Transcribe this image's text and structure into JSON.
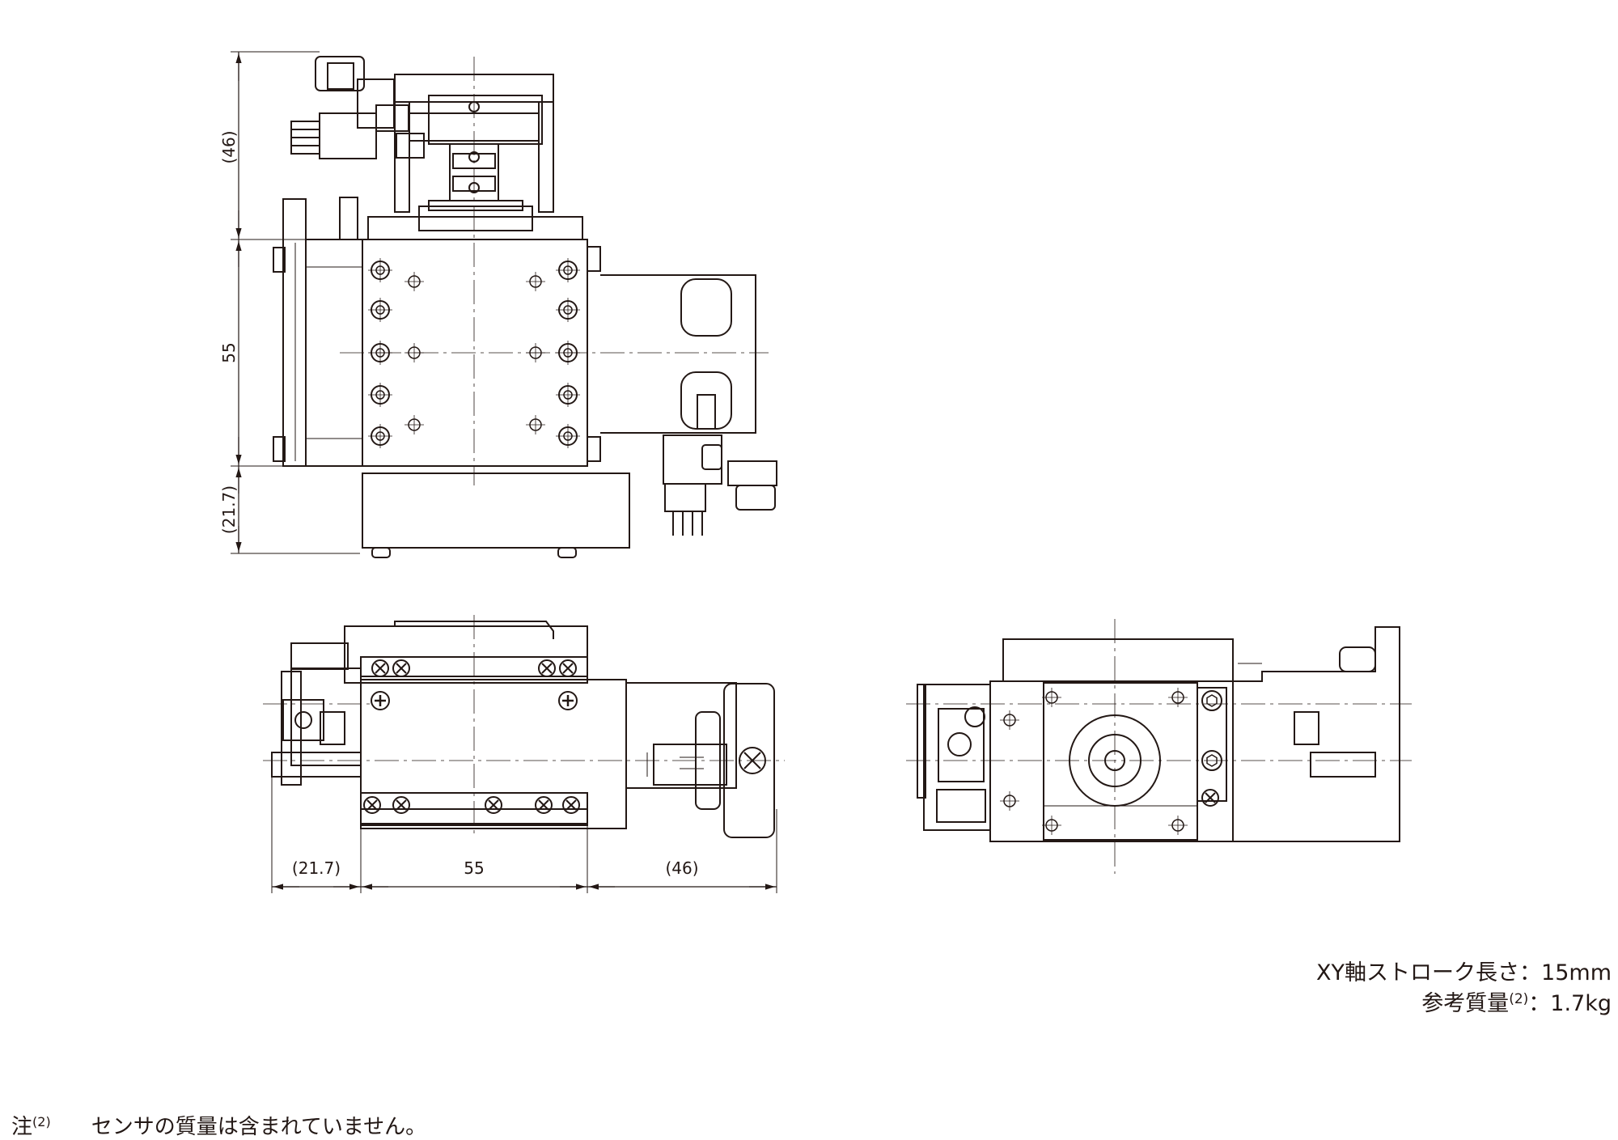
{
  "dimensions": {
    "front_top": "(46)",
    "front_mid": "55",
    "front_bottom": "(21.7)",
    "bottom_left": "(21.7)",
    "bottom_mid": "55",
    "bottom_right": "(46)"
  },
  "specs": {
    "stroke_label": "XY軸ストローク長さ",
    "stroke_sep": "：",
    "stroke_value": "15mm",
    "mass_label": "参考質量",
    "mass_note_ref": "(2)",
    "mass_sep": "：",
    "mass_value": "1.7kg"
  },
  "footnote": {
    "label": "注",
    "ref": "(2)",
    "text": "センサの質量は含まれていません。"
  },
  "colors": {
    "line": "#231815",
    "background": "#ffffff"
  }
}
